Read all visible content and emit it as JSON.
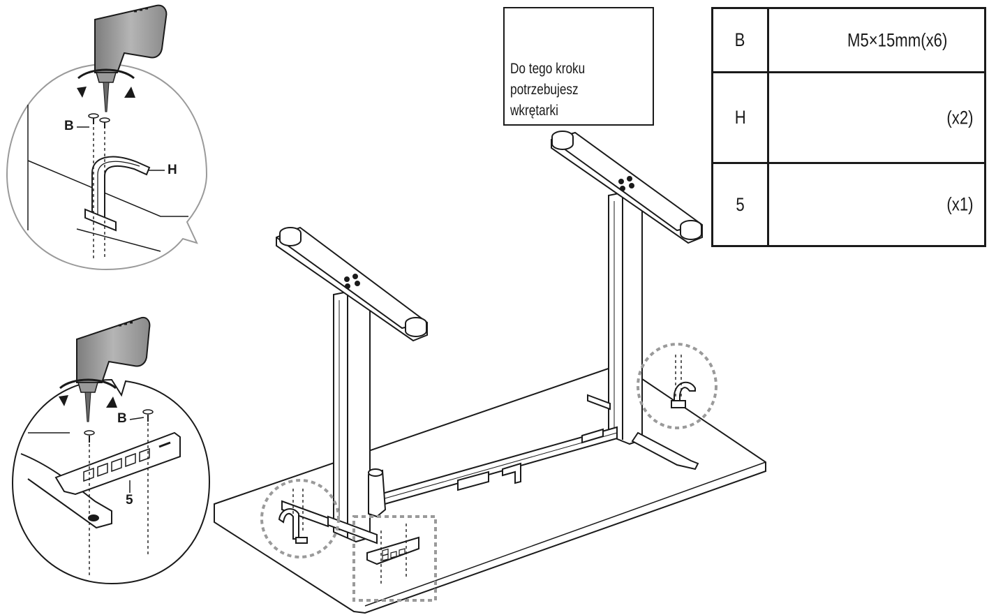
{
  "tool_note": {
    "line1": "Do tego kroku",
    "line2": "potrzebujesz",
    "line3": "wkrętarki",
    "icon": "drill-icon"
  },
  "parts_table": {
    "rows": [
      {
        "id": "B",
        "spec": "M5×15mm(x6)",
        "qty": "",
        "icon": "screw-icon"
      },
      {
        "id": "H",
        "spec": "",
        "qty": "(x2)",
        "icon": "cable-hook-icon"
      },
      {
        "id": "5",
        "spec": "",
        "qty": "(x1)",
        "icon": "control-panel-icon"
      }
    ]
  },
  "callouts": {
    "top_detail_screw": "B",
    "top_detail_hook": "H",
    "bottom_detail_screw": "B",
    "bottom_detail_panel": "5"
  },
  "colors": {
    "line": "#1a1a1a",
    "grey_fill": "#e6e6e6",
    "dashed": "#9a9a9a"
  }
}
